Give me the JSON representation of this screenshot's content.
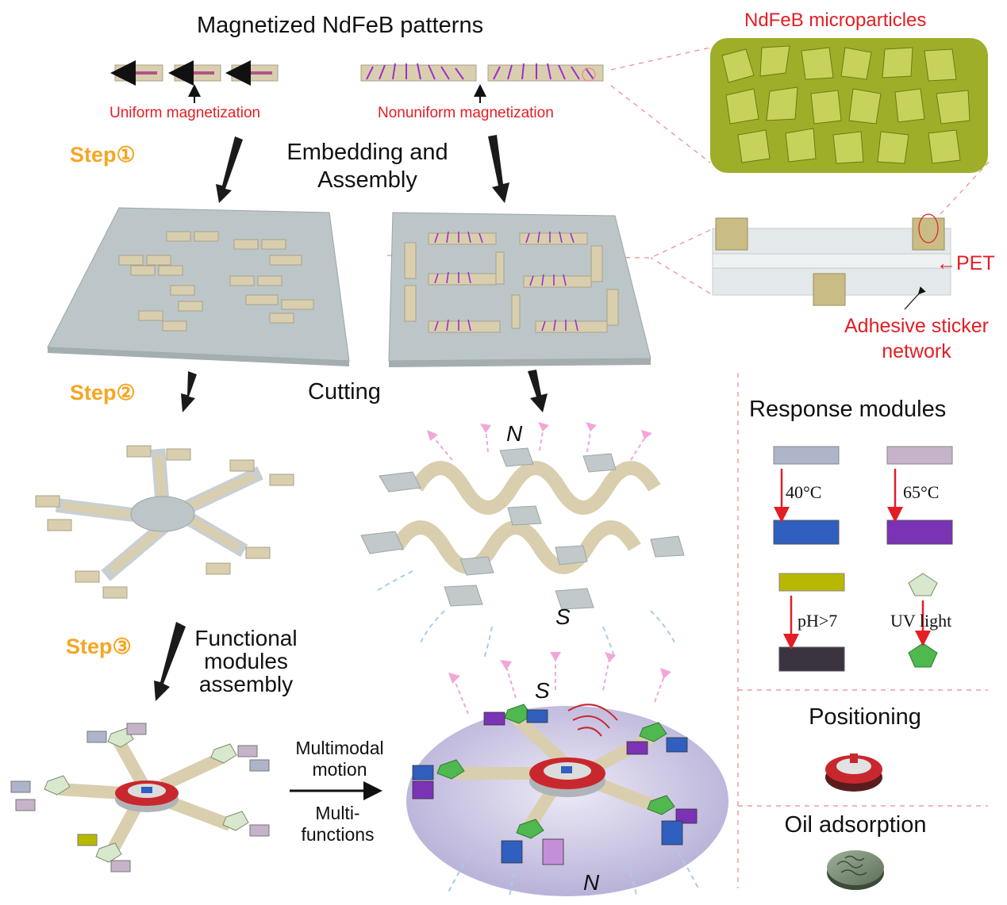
{
  "title": "Magnetized NdFeB patterns",
  "uniform_label": "Uniform magnetization",
  "nonuniform_label": "Nonuniform magnetization",
  "microparticles_label": "NdFeB microparticles",
  "steps": {
    "step1": "Step①",
    "step2": "Step②",
    "step3": "Step③"
  },
  "embedding_label": "Embedding and\nAssembly",
  "cutting_label": "Cutting",
  "functional_label": "Functional\nmodules\nassembly",
  "pet_label": "←PET",
  "adhesive_label": "Adhesive sticker\nnetwork",
  "response_title": "Response modules",
  "responses": [
    {
      "stimulus": "40°C",
      "before_color": "#aeb4c9",
      "after_color": "#2f5fbf"
    },
    {
      "stimulus": "65°C",
      "before_color": "#c6b3c9",
      "after_color": "#7b33b6"
    },
    {
      "stimulus": "pH>7",
      "before_color": "#b8b800",
      "after_color": "#3b3340"
    },
    {
      "stimulus": "UV light",
      "before_color": "#d7e8cc",
      "after_color": "#4fb84f"
    }
  ],
  "positioning_title": "Positioning",
  "oil_title": "Oil adsorption",
  "multimodal_label": "Multimodal\nmotion",
  "multifunctions_label": "Multi-\nfunctions",
  "pole_N_top": "N",
  "pole_S_mid": "S",
  "pole_S_bottom": "S",
  "pole_N_bottom": "N",
  "colors": {
    "accent_red": "#e31e24",
    "step_orange": "#f5a623",
    "magnet_bar": "#d9cfae",
    "substrate": "#bcc6c8",
    "field_pink": "#f2a7d8",
    "field_blue": "#a7cdea",
    "robot_red": "#c8282d",
    "ellipse_purple": "#c9c5e2"
  }
}
